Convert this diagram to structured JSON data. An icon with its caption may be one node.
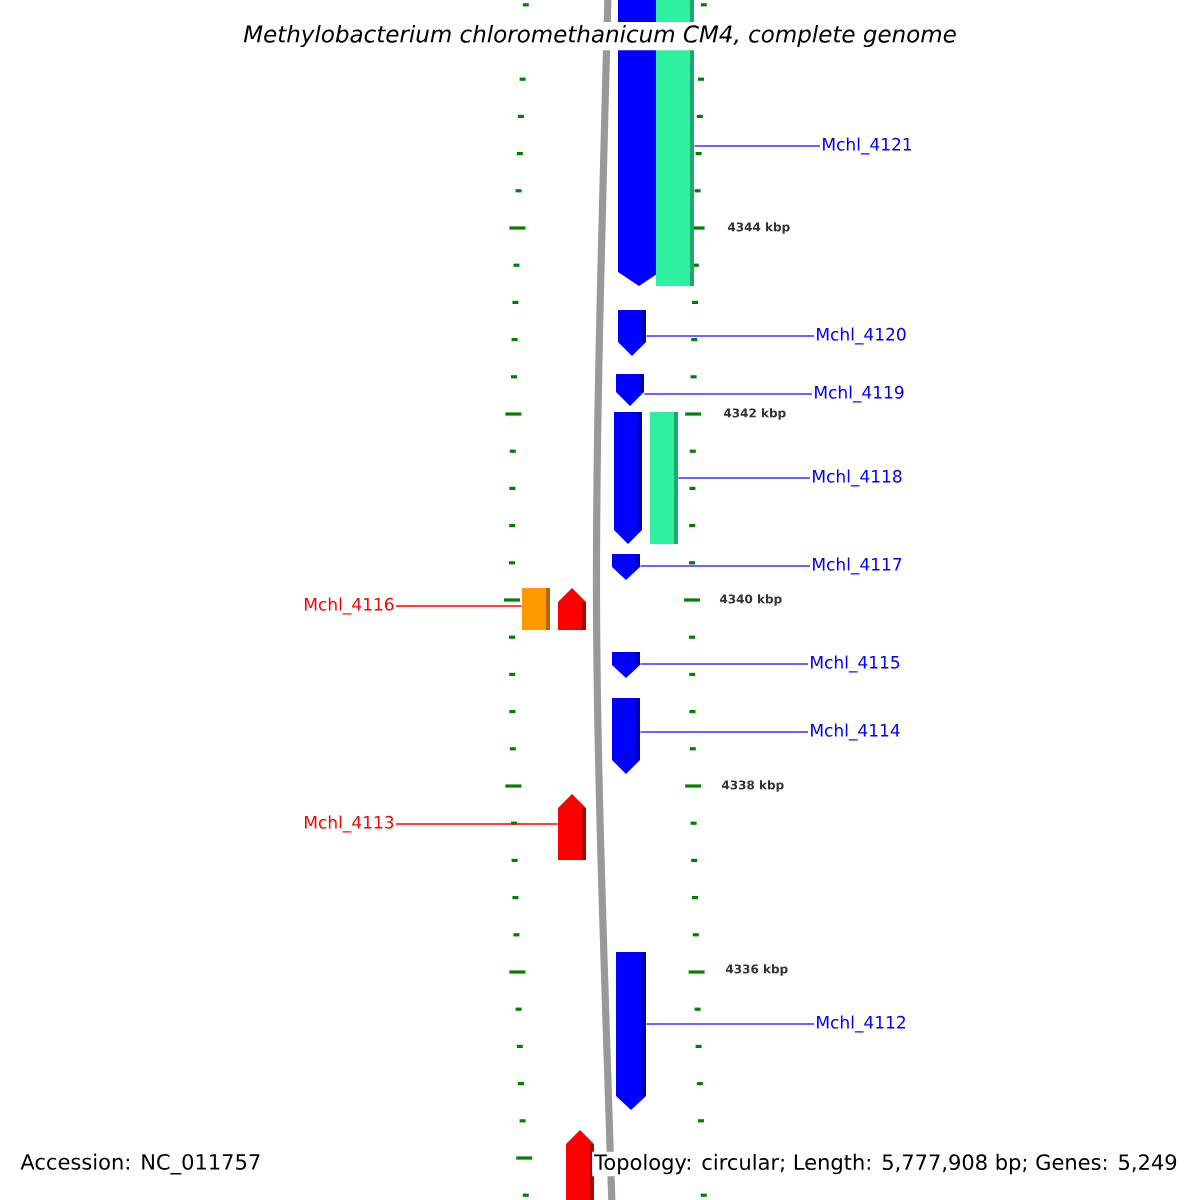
{
  "diagram": {
    "title": "Methylobacterium chloromethanicum CM4, complete genome",
    "nodes": [
      {
        "text": [
          "Mchl_4121"
        ]
      },
      {
        "text": [],
        "shape": "arrow"
      },
      {
        "text": [],
        "shape": "box"
      },
      {
        "text": [
          "Mchl_4120"
        ]
      },
      {
        "text": [],
        "shape": "arrow"
      },
      {
        "text": [
          "Mchl_4119"
        ]
      },
      {
        "text": [],
        "shape": "arrow"
      },
      {
        "text": [
          "Mchl_4118"
        ]
      },
      {
        "text": [],
        "shape": "arrow"
      },
      {
        "text": [],
        "shape": "box"
      },
      {
        "text": [
          "Mchl_4117"
        ]
      },
      {
        "text": [],
        "shape": "arrow"
      },
      {
        "text": [
          "Mchl_4116"
        ]
      },
      {
        "text": [],
        "shape": "box"
      },
      {
        "text": [],
        "shape": "arrow"
      },
      {
        "text": [
          "Mchl_4115"
        ]
      },
      {
        "text": [],
        "shape": "arrow"
      },
      {
        "text": [
          "Mchl_4114"
        ]
      },
      {
        "text": [],
        "shape": "arrow"
      },
      {
        "text": [
          "Mchl_4113"
        ]
      },
      {
        "text": [],
        "shape": "arrow"
      },
      {
        "text": [
          "Mchl_4112"
        ]
      },
      {
        "text": [],
        "shape": "arrow"
      },
      {
        "text": [],
        "shape": "arrow"
      }
    ],
    "edges": [
      {
        "from": 0,
        "to": 2,
        "arrow": "none"
      },
      {
        "from": 3,
        "to": 4,
        "arrow": "none"
      },
      {
        "from": 5,
        "to": 6,
        "arrow": "none"
      },
      {
        "from": 7,
        "to": 9,
        "arrow": "none"
      },
      {
        "from": 10,
        "to": 11,
        "arrow": "none"
      },
      {
        "from": 12,
        "to": 13,
        "arrow": "none",
        "color": "#ff0000"
      },
      {
        "from": 15,
        "to": 16,
        "arrow": "none"
      },
      {
        "from": 17,
        "to": 18,
        "arrow": "none"
      },
      {
        "from": 19,
        "to": 20,
        "arrow": "none",
        "color": "#ff0000"
      },
      {
        "from": 21,
        "to": 22,
        "arrow": "none"
      }
    ],
    "labels": [
      "4344 kbp",
      "4342 kbp",
      "4340 kbp",
      "4338 kbp",
      "4336 kbp",
      "Accession: NC_011757",
      "Topology: circular; Length: 5,777,908 bp; Genes: 5,249"
    ]
  }
}
